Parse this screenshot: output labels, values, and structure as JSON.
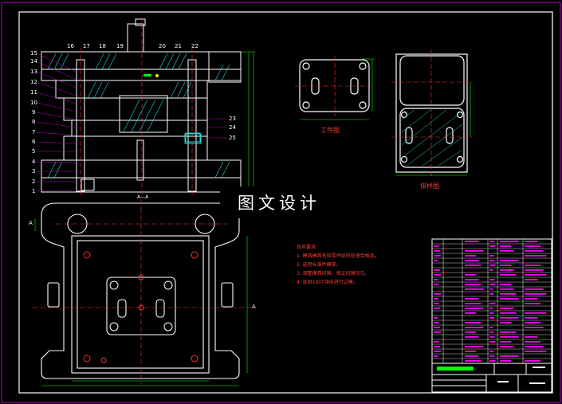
{
  "drawing": {
    "section_label": "A—A",
    "part_view_label": "工件图",
    "strip_view_label": "排样图",
    "tech_requirements_title": "技术要求:",
    "tech_requirements": [
      "1. 模具模具有效零件经热处理合格品。",
      "2. 选用标准件模架。",
      "3. 调整模具间隙，保证间隙均匀。",
      "4. 选用160T冲床进行试模。"
    ],
    "watermark": "图文设计",
    "section_marker_left": "A",
    "section_marker_right": "A",
    "part_numbers_left": [
      "15",
      "14",
      "13",
      "12",
      "11",
      "10",
      "9",
      "8",
      "7",
      "6",
      "5",
      "4",
      "3",
      "2",
      "1"
    ],
    "part_numbers_top": [
      "16",
      "17",
      "18",
      "19",
      "20",
      "21",
      "22"
    ],
    "part_numbers_right": [
      "23",
      "24",
      "25"
    ]
  },
  "colors": {
    "background": "#000000",
    "outline": "#ffffff",
    "frame": "#c000c0",
    "center_line": "#ff3030",
    "dimension": "#00ff00",
    "hatch": "#22d8d8",
    "accent": "#ff00ff",
    "yellow": "#ffff00"
  }
}
